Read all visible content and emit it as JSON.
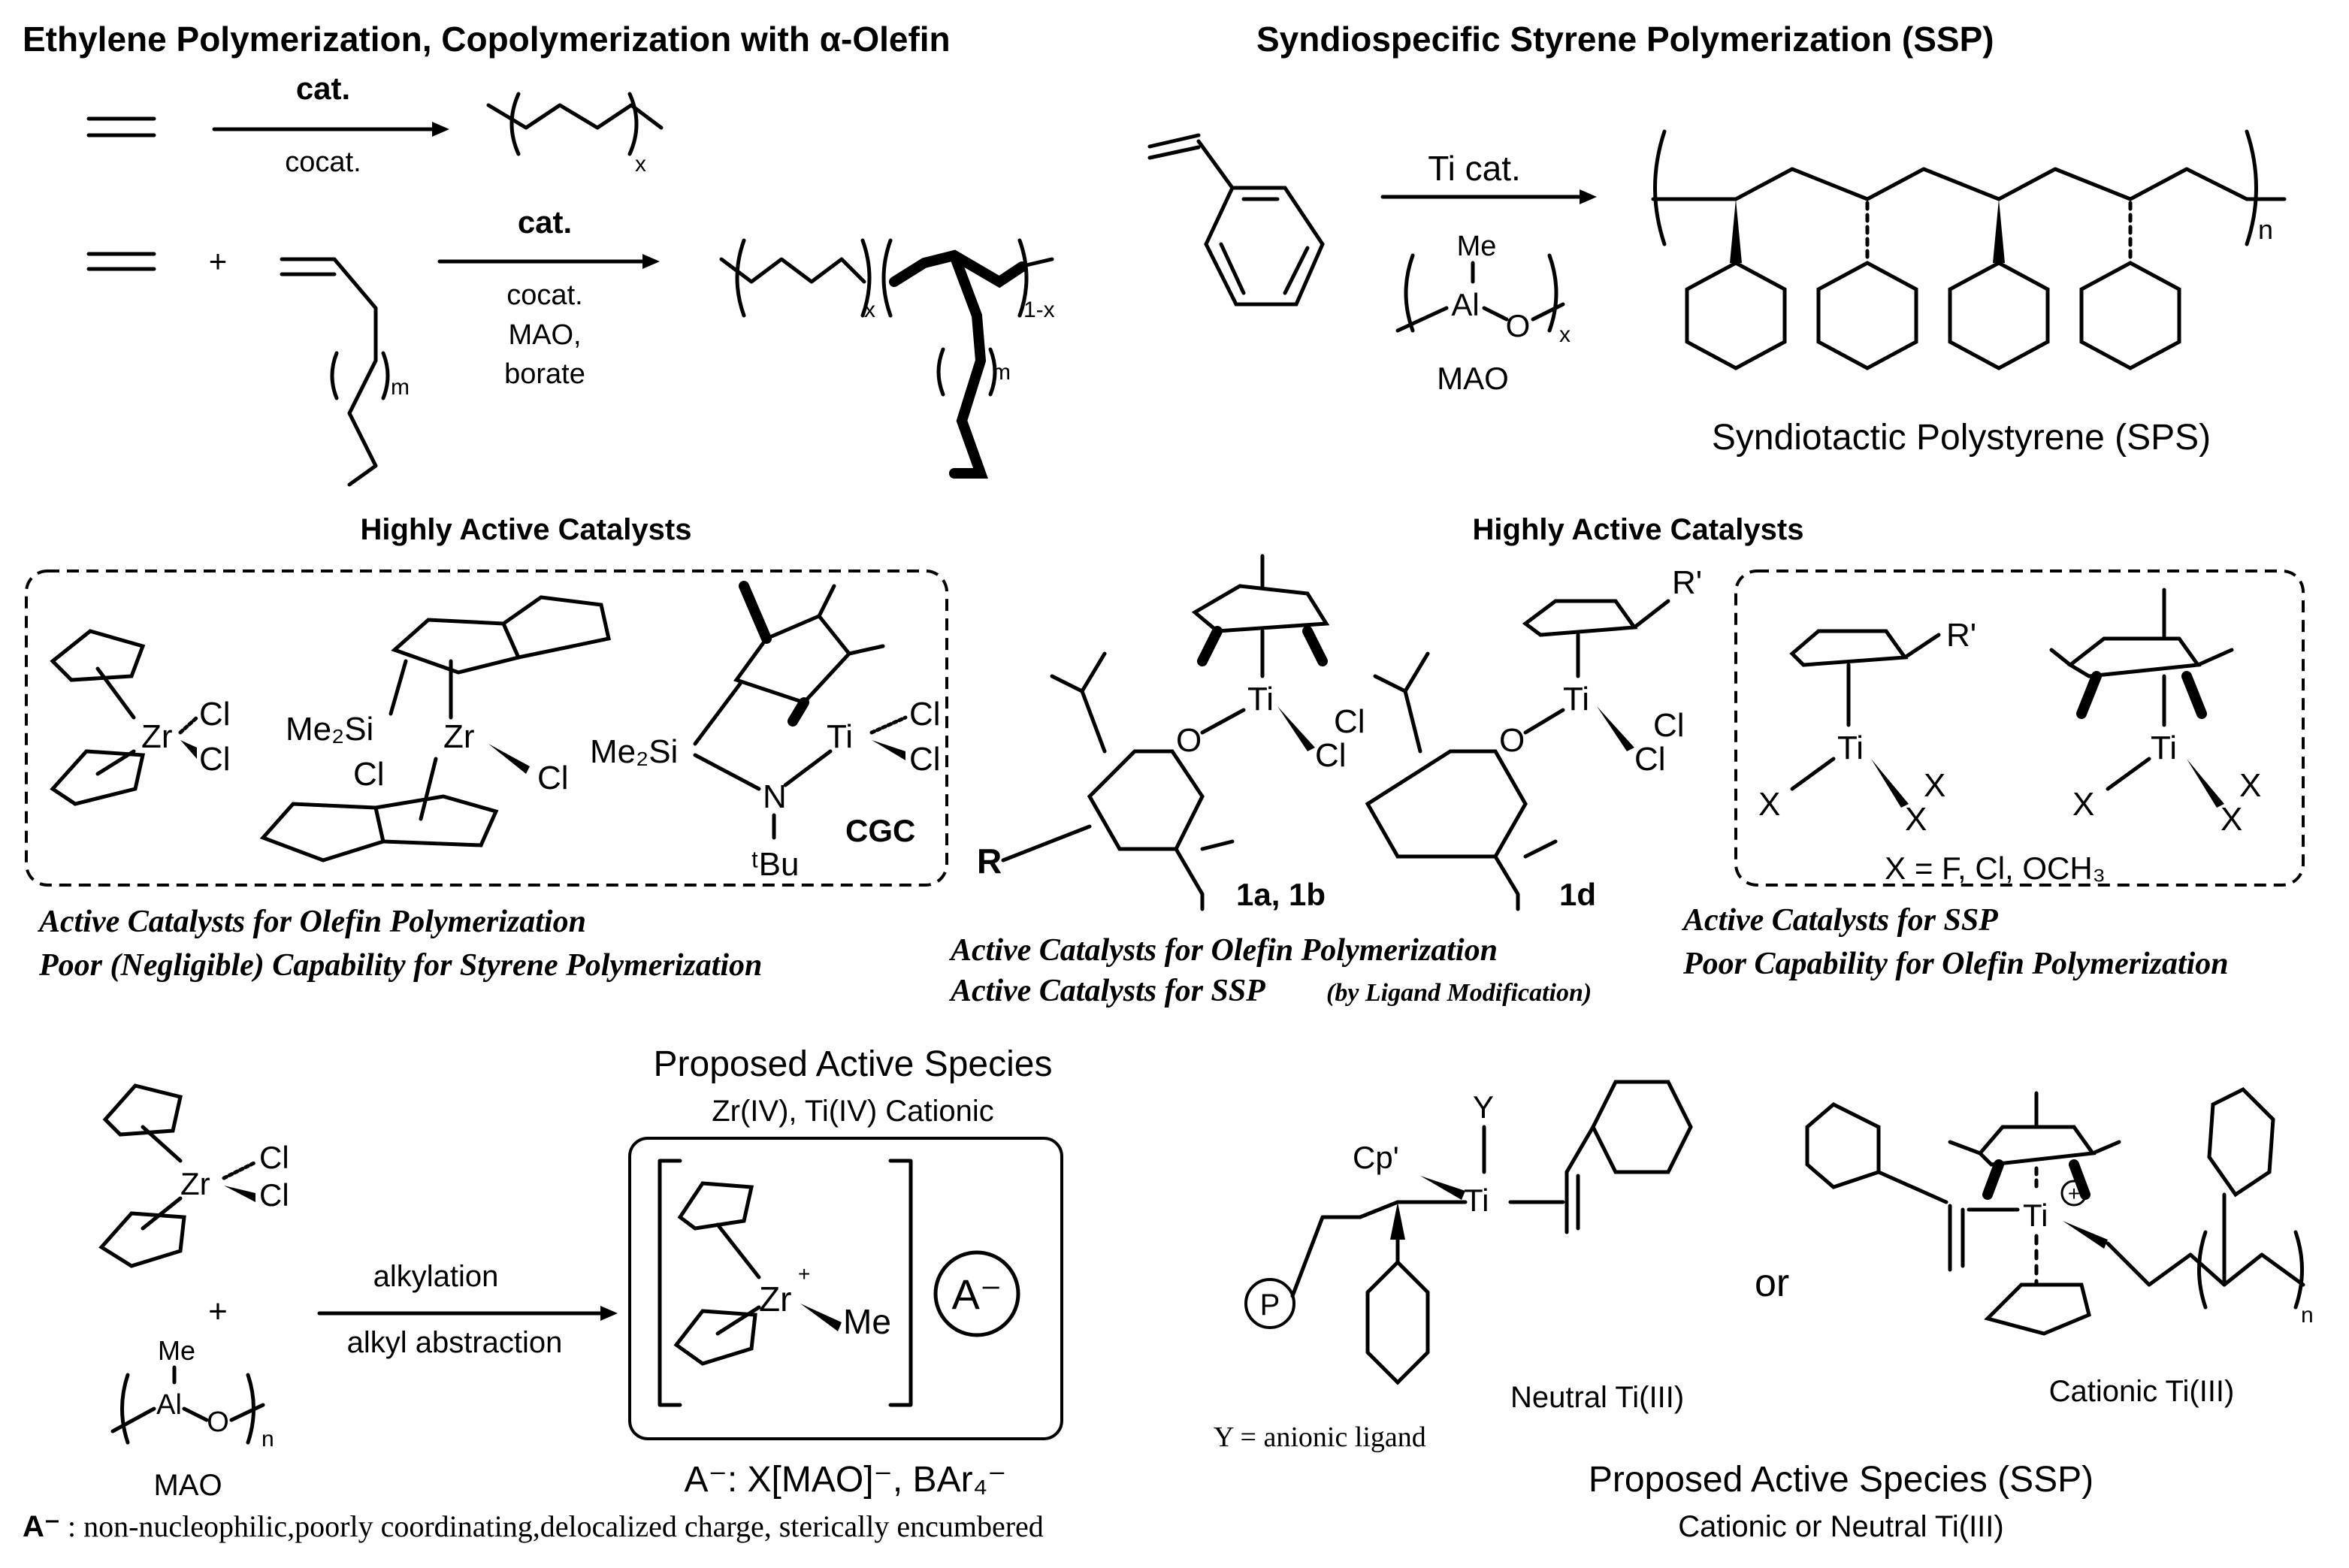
{
  "top": {
    "left_title": "Ethylene Polymerization, Copolymerization with α-Olefin",
    "right_title": "Syndiospecific Styrene Polymerization (SSP)",
    "cat": "cat.",
    "cocat": "cocat.",
    "cat2": "cat.",
    "cocat2": "cocat.",
    "mao_comma": "MAO,",
    "borate": "borate",
    "plus": "+",
    "sub_x": "x",
    "sub_x2": "x",
    "sub_1mx": "1-x",
    "sub_m": "m",
    "sub_m2": "m",
    "ti_cat": "Ti cat.",
    "me": "Me",
    "al": "Al",
    "o": "O",
    "sub_x3": "x",
    "mao": "MAO",
    "sub_n": "n",
    "sps": "Syndiotactic Polystyrene (SPS)"
  },
  "middle": {
    "hac_left": "Highly Active Catalysts",
    "hac_right": "Highly Active Catalysts",
    "zr": "Zr",
    "cl": "Cl",
    "me2si": "Me₂Si",
    "ti": "Ti",
    "n": "N",
    "tbu": "ᵗBu",
    "cgc": "CGC",
    "r": "R",
    "rprime": "R'",
    "x": "X",
    "label_1a1b": "1a, 1b",
    "label_1d": "1d",
    "x_def": "X = F, Cl, OCH₃",
    "cap_left_1": "Active Catalysts for Olefin Polymerization",
    "cap_left_2": "Poor (Negligible) Capability for Styrene Polymerization",
    "cap_mid_1": "Active Catalysts for Olefin Polymerization",
    "cap_mid_2": "Active Catalysts for SSP",
    "cap_mid_2b": "(by Ligand Modification)",
    "cap_right_1": "Active Catalysts for SSP",
    "cap_right_2": "Poor Capability for Olefin Polymerization"
  },
  "bottom": {
    "alkylation": "alkylation",
    "alkyl_abstraction": "alkyl abstraction",
    "pas_title": "Proposed Active Species",
    "pas_sub": "Zr(IV), Ti(IV) Cationic",
    "anion": "A⁻",
    "anion_def": "A⁻: X[MAO]⁻, BAr₄⁻",
    "anion_note_a": "A⁻",
    "anion_note": ": non-nucleophilic,poorly coordinating,delocalized charge, sterically encumbered",
    "cp_prime": "Cp'",
    "y": "Y",
    "p": "P",
    "y_def": "Y = anionic ligand",
    "neutral": "Neutral Ti(III)",
    "or": "or",
    "cationic": "Cationic Ti(III)",
    "pas_ssp": "Proposed Active Species (SSP)",
    "pas_ssp_sub": "Cationic or Neutral Ti(III)",
    "mao": "MAO",
    "me": "Me",
    "al": "Al",
    "o": "O",
    "sub_n": "n",
    "plus": "+",
    "zr": "Zr",
    "cl": "Cl",
    "ti": "Ti",
    "plus_sup": "+"
  }
}
